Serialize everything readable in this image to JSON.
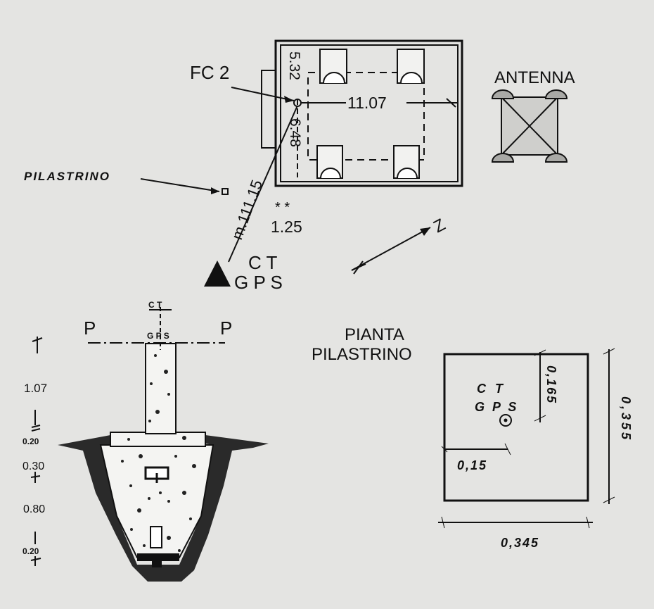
{
  "site_plan": {
    "fc_label": "FC 2",
    "dim_532": "5.32",
    "dim_648": "6.48",
    "dim_1107": "11.07",
    "dim_125": "1.25",
    "dim_stars": "* *",
    "dim_111115": "m.111.15",
    "pilastrino_label": "PILASTRINO",
    "antenna_label": "ANTENNA",
    "ct_label": "C T",
    "gps_label": "G P S",
    "north_label": "Z"
  },
  "section": {
    "ct_small": "C T",
    "gps_small": "G P S",
    "p_left": "P",
    "p_right": "P",
    "dim_107": "1.07",
    "dim_020_top": "0.20",
    "dim_030": "0.30",
    "dim_080": "0.80",
    "dim_020_bottom": "0.20"
  },
  "plan_pilastrino": {
    "title_line1": "PIANTA",
    "title_line2": "PILASTRINO",
    "ct_label": "C T",
    "gps_label": "G P S",
    "dim_0165": "0,165",
    "dim_015": "0,15",
    "dim_0355": "0,355",
    "dim_0345": "0,345"
  }
}
